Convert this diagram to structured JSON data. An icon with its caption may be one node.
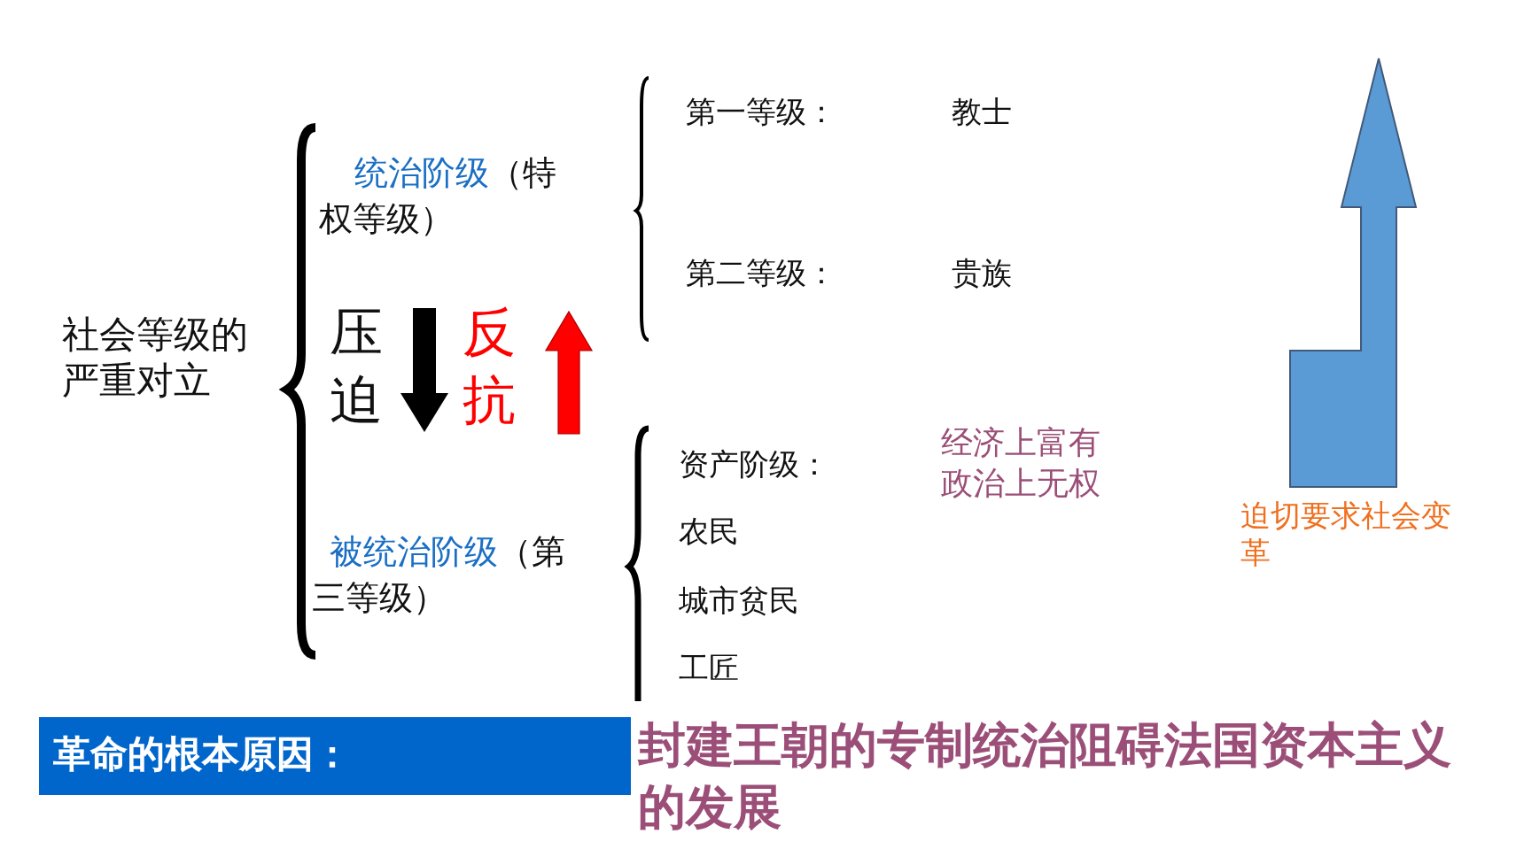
{
  "diagram": {
    "nodes": [
      {
        "text": [
          "革命的根本原因："
        ]
      }
    ],
    "labels": [
      "社会等级的严重对立",
      "统治阶级",
      "（特权等级）",
      "第一等级：",
      "教士",
      "第二等级：",
      "贵族",
      "压迫",
      "反抗",
      "资产阶级：",
      "经济上富有政治上无权",
      "被统治阶级",
      "（第三等级）",
      "农民",
      "城市贫民",
      "工匠",
      "迫切要求社会变革",
      "封建王朝的专制统治阻碍法国资本主义的发展"
    ]
  }
}
